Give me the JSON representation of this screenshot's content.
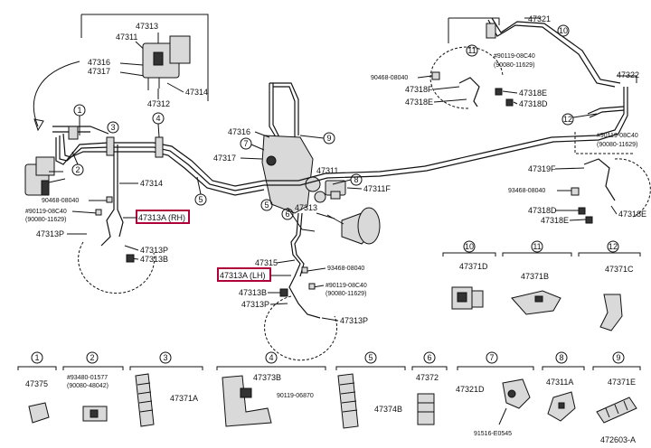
{
  "diagram_id": "472603-A",
  "highlighted": [
    "47313A (RH)",
    "47313A (LH)"
  ],
  "labels": {
    "l47313_top": "47313",
    "l47311_top": "47311",
    "l47316_left": "47316",
    "l47317_left": "47317",
    "l47314_top": "47314",
    "l47312": "47312",
    "l47314_mid": "47314",
    "l90468_left": "90468-08040",
    "l90119_left": "#90119-08C40",
    "l90080_left": "(90080-11629)",
    "l47313A_RH": "47313A (RH)",
    "l47313P_left": "47313P",
    "l47313P_left2": "47313P",
    "l47313B_left": "47313B",
    "l47316_mid": "47316",
    "l47317_mid": "47317",
    "l47311_mid": "47311",
    "l47311F": "47311F",
    "l47313_mid": "47313",
    "l47315": "47315",
    "l47313A_LH": "47313A (LH)",
    "l93468_mid": "93468-08040",
    "l90119_mid": "#90119-08C40",
    "l90080_mid": "(90080-11629)",
    "l47313B_mid": "47313B",
    "l47313P_mid": "47313P",
    "l47313P_mid2": "47313P",
    "l47321": "47321",
    "l90119_tr": "#90119-08C40",
    "l90080_tr": "(90080-11629)",
    "l90468_tr": "90468-08040",
    "l47318F_tr": "47318F",
    "l47318E_tr": "47318E",
    "l47318E_tr2": "47318E",
    "l47318D_tr": "47318D",
    "l47322": "47322",
    "l90119_r": "#90119-08C40",
    "l90080_r": "(90080-11629)",
    "l47319F": "47319F",
    "l93468_r": "93468-08040",
    "l47318D_r": "47318D",
    "l47318E_r": "47318E",
    "l47318E_r2": "47318E"
  },
  "callouts": [
    "1",
    "2",
    "3",
    "4",
    "5",
    "6",
    "7",
    "8",
    "9",
    "10",
    "11",
    "12"
  ],
  "detail_boxes": [
    {
      "num": "10",
      "part": "47371D"
    },
    {
      "num": "11",
      "part": "47371B"
    },
    {
      "num": "12",
      "part": "47371C"
    }
  ],
  "bottom_row": [
    {
      "num": "1",
      "part": "47375"
    },
    {
      "num": "2",
      "part": "#93480-01577",
      "part2": "(90080-48042)"
    },
    {
      "num": "3",
      "part": "47371A"
    },
    {
      "num": "4",
      "part": "47373B",
      "part2": "90119-06870"
    },
    {
      "num": "5",
      "part": "47374B"
    },
    {
      "num": "6",
      "part": "47372"
    },
    {
      "num": "7",
      "part": "47321D",
      "part2": "91516-E0545"
    },
    {
      "num": "8",
      "part": "47311A"
    },
    {
      "num": "9",
      "part": "47371E"
    }
  ]
}
